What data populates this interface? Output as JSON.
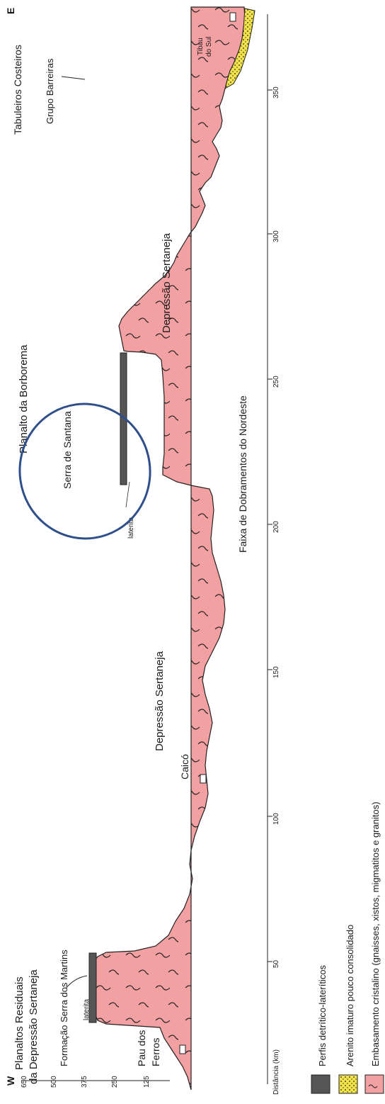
{
  "diagram": {
    "direction_west": "W",
    "direction_east": "E",
    "distance_axis": {
      "label": "Distância (km)",
      "ticks": [
        "50",
        "100",
        "150",
        "200",
        "250",
        "300",
        "350"
      ]
    },
    "elevation_axis": {
      "ticks": [
        "650",
        "500",
        "375",
        "250",
        "125"
      ]
    },
    "regions": {
      "planaltos_residuais_line1": "Planaltos Residuais",
      "planaltos_residuais_line2": "da Depressão Sertaneja",
      "planalto_borborema": "Planalto da Borborema",
      "tabuleiros_costeiros": "Tabuleiros Costeiros",
      "depressao_sertaneja_west": "Depressão Sertaneja",
      "depressao_sertaneja_east": "Depressão Sertaneja"
    },
    "features": {
      "formacao_serra_dos_martins": "Formação Serra dos Martins",
      "serra_de_santana": "Serra de Santana",
      "grupo_barreiras": "Grupo Barreiras",
      "faixa_dobramentos": "Faixa de Dobramentos do Nordeste",
      "laterita_west": "laterita",
      "laterita_east": "laterita"
    },
    "localities": {
      "pau_dos_ferros_line1": "Pau dos",
      "pau_dos_ferros_line2": "Ferros",
      "caico": "Caicó",
      "tibau_line1": "Tibau",
      "tibau_line2": "do Sul"
    },
    "legend": [
      {
        "label": "Perfis detrítico-lateríticos",
        "swatch": "laterite"
      },
      {
        "label": "Arenito imaturo pouco consolidado",
        "swatch": "sandstone"
      },
      {
        "label": "Embasamento cristalino (gnaisses, xistos, migmatitos e granitos)",
        "swatch": "basement"
      }
    ],
    "colors": {
      "basement_fill": "#f3a0a2",
      "laterite_fill": "#555555",
      "sandstone_fill": "#f2e24a",
      "highlight_ellipse": "#2f4f8a",
      "ink": "#1a1a1a"
    }
  }
}
